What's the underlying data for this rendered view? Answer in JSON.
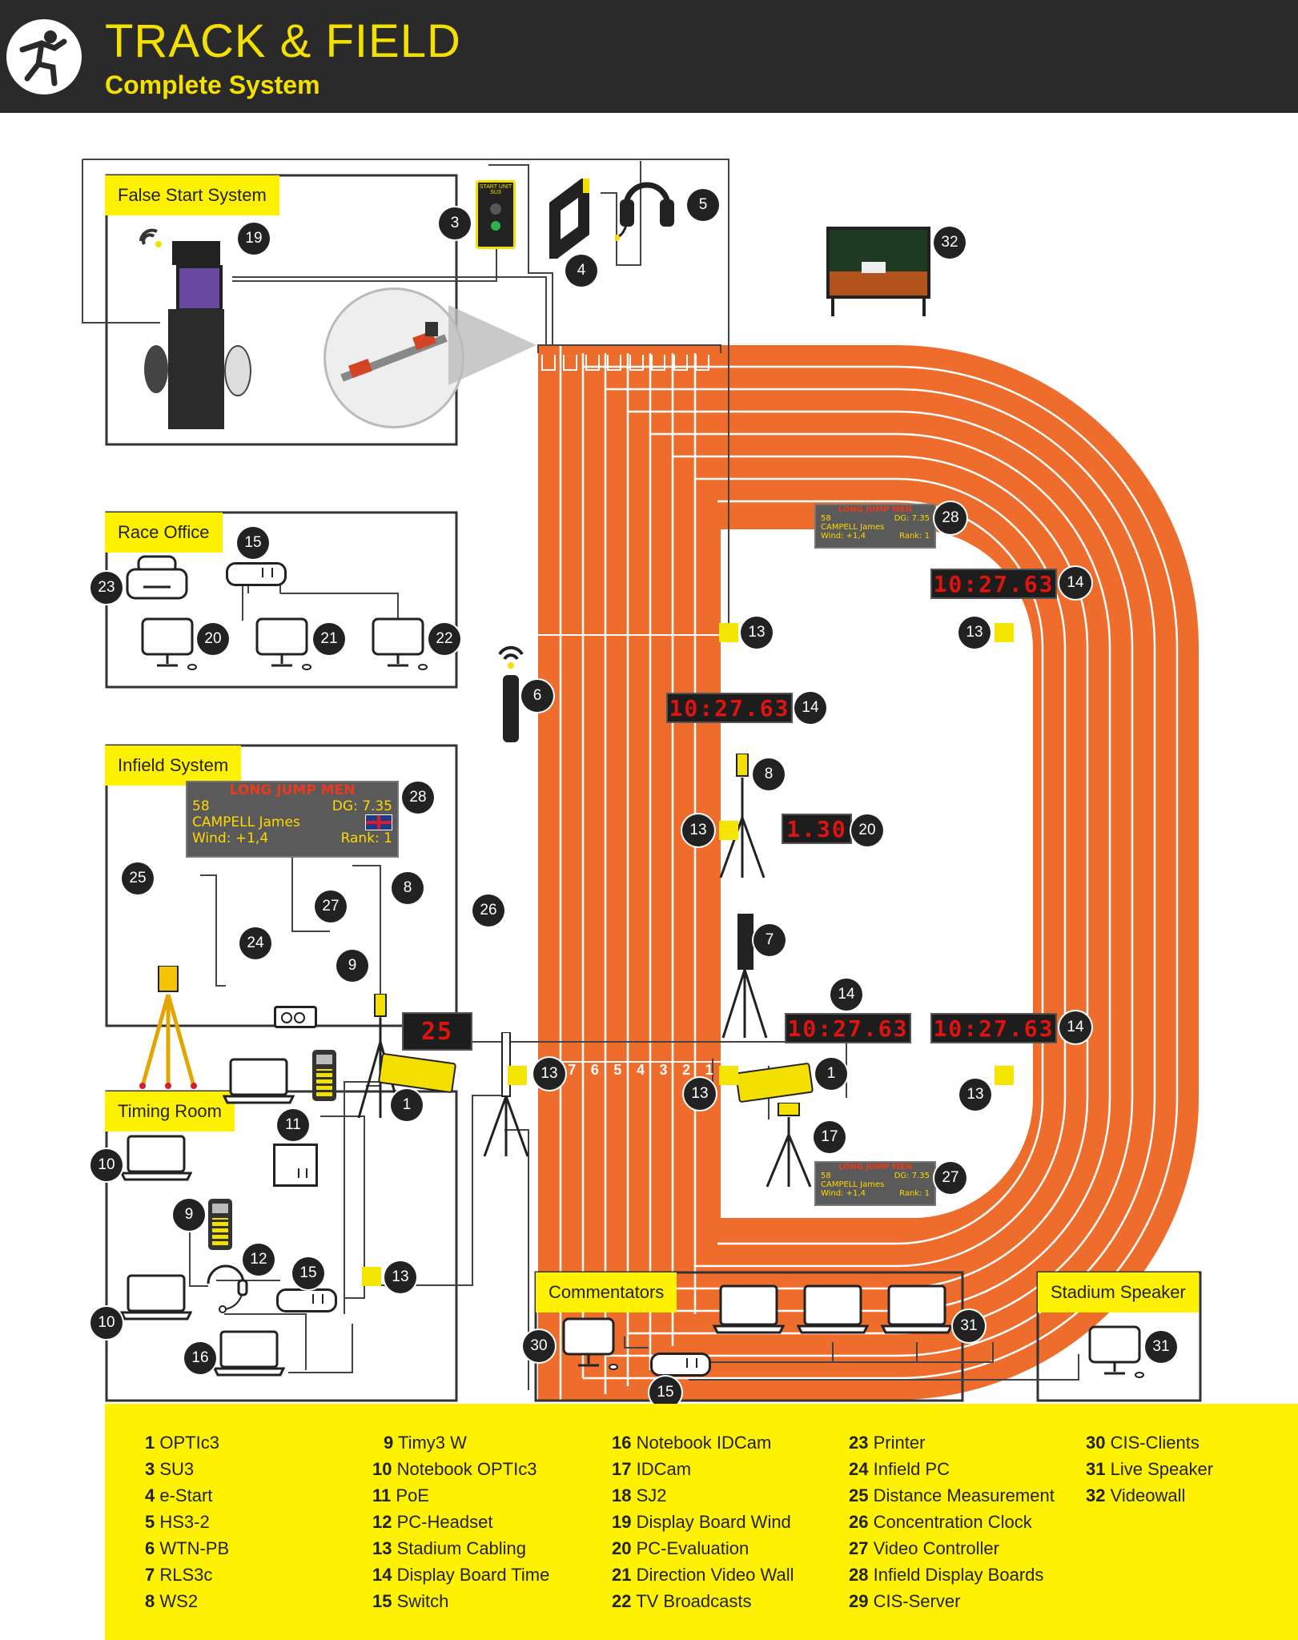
{
  "header": {
    "title": "TRACK & FIELD",
    "subtitle": "Complete System"
  },
  "panels": {
    "false_start": "False Start System",
    "race_office": "Race Office",
    "infield": "Infield System",
    "timing_room": "Timing Room",
    "commentators": "Commentators",
    "stadium_speaker": "Stadium Speaker"
  },
  "boards": {
    "display_time": "10:27.63",
    "wind_value": "1.30",
    "concentration_value": "25",
    "infield": {
      "title": "LONG JUMP MEN",
      "bib": "58",
      "dg": "DG: 7.35",
      "name": "CAMPELL James",
      "wind": "Wind: +1,4",
      "rank": "Rank: 1"
    }
  },
  "start_unit_label": "START UNIT SU3",
  "lane_numbers": [
    "7",
    "6",
    "5",
    "4",
    "3",
    "2",
    "1"
  ],
  "colors": {
    "header_bg": "#2a2a2a",
    "accent_yellow": "#fff200",
    "track_orange": "#ee6d2c",
    "line": "#333333"
  },
  "legend": [
    {
      "num": "1",
      "label": "OPTIc3"
    },
    {
      "num": "3",
      "label": "SU3"
    },
    {
      "num": "4",
      "label": "e-Start"
    },
    {
      "num": "5",
      "label": "HS3-2"
    },
    {
      "num": "6",
      "label": "WTN-PB"
    },
    {
      "num": "7",
      "label": "RLS3c"
    },
    {
      "num": "8",
      "label": "WS2"
    },
    {
      "num": "9",
      "label": "Timy3 W"
    },
    {
      "num": "10",
      "label": "Notebook OPTIc3"
    },
    {
      "num": "11",
      "label": "PoE"
    },
    {
      "num": "12",
      "label": "PC-Headset"
    },
    {
      "num": "13",
      "label": "Stadium Cabling"
    },
    {
      "num": "14",
      "label": "Display Board Time"
    },
    {
      "num": "15",
      "label": "Switch"
    },
    {
      "num": "16",
      "label": "Notebook IDCam"
    },
    {
      "num": "17",
      "label": "IDCam"
    },
    {
      "num": "18",
      "label": "SJ2"
    },
    {
      "num": "19",
      "label": "Display Board Wind"
    },
    {
      "num": "20",
      "label": "PC-Evaluation"
    },
    {
      "num": "21",
      "label": "Direction Video Wall"
    },
    {
      "num": "22",
      "label": "TV Broadcasts"
    },
    {
      "num": "23",
      "label": "Printer"
    },
    {
      "num": "24",
      "label": "Infield PC"
    },
    {
      "num": "25",
      "label": "Distance Measurement"
    },
    {
      "num": "26",
      "label": "Concentration Clock"
    },
    {
      "num": "27",
      "label": "Video Controller"
    },
    {
      "num": "28",
      "label": "Infield Display Boards"
    },
    {
      "num": "29",
      "label": "CIS-Server"
    },
    {
      "num": "30",
      "label": "CIS-Clients"
    },
    {
      "num": "31",
      "label": "Live Speaker"
    },
    {
      "num": "32",
      "label": "Videowall"
    }
  ]
}
